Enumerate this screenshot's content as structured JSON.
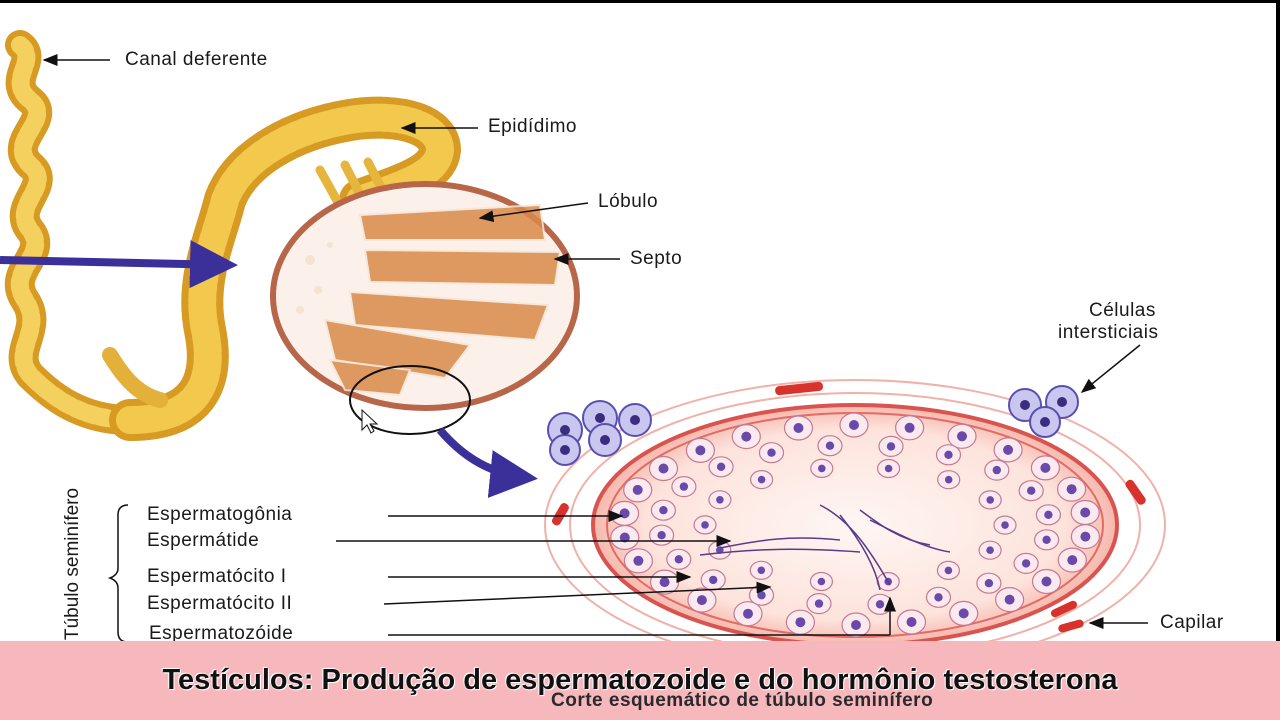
{
  "labels": {
    "canal_deferente": "Canal deferente",
    "epididimo": "Epidídimo",
    "lobulo": "Lóbulo",
    "septo": "Septo",
    "celulas_intersticiais_1": "Células",
    "celulas_intersticiais_2": "intersticiais",
    "tubulo_seminifero": "Túbulo seminífero",
    "espermatogonia": "Espermatogônia",
    "espermatide": "Espermátide",
    "espermatocito_1": "Espermatócito I",
    "espermatocito_2": "Espermatócito II",
    "espermatozoide": "Espermatozóide",
    "capilar": "Capilar"
  },
  "caption": {
    "main": "Testículos: Produção de espermatozoide e do hormônio testosterona",
    "sub": "Corte esquemático de túbulo seminífero"
  },
  "colors": {
    "caption_bar": "#f6b8bd",
    "pointer_arrow": "#3b2f9a",
    "tissue_yellow": "#e9b83a",
    "tubule_red": "#d9534f",
    "cell_purple": "#6a4aa8"
  }
}
